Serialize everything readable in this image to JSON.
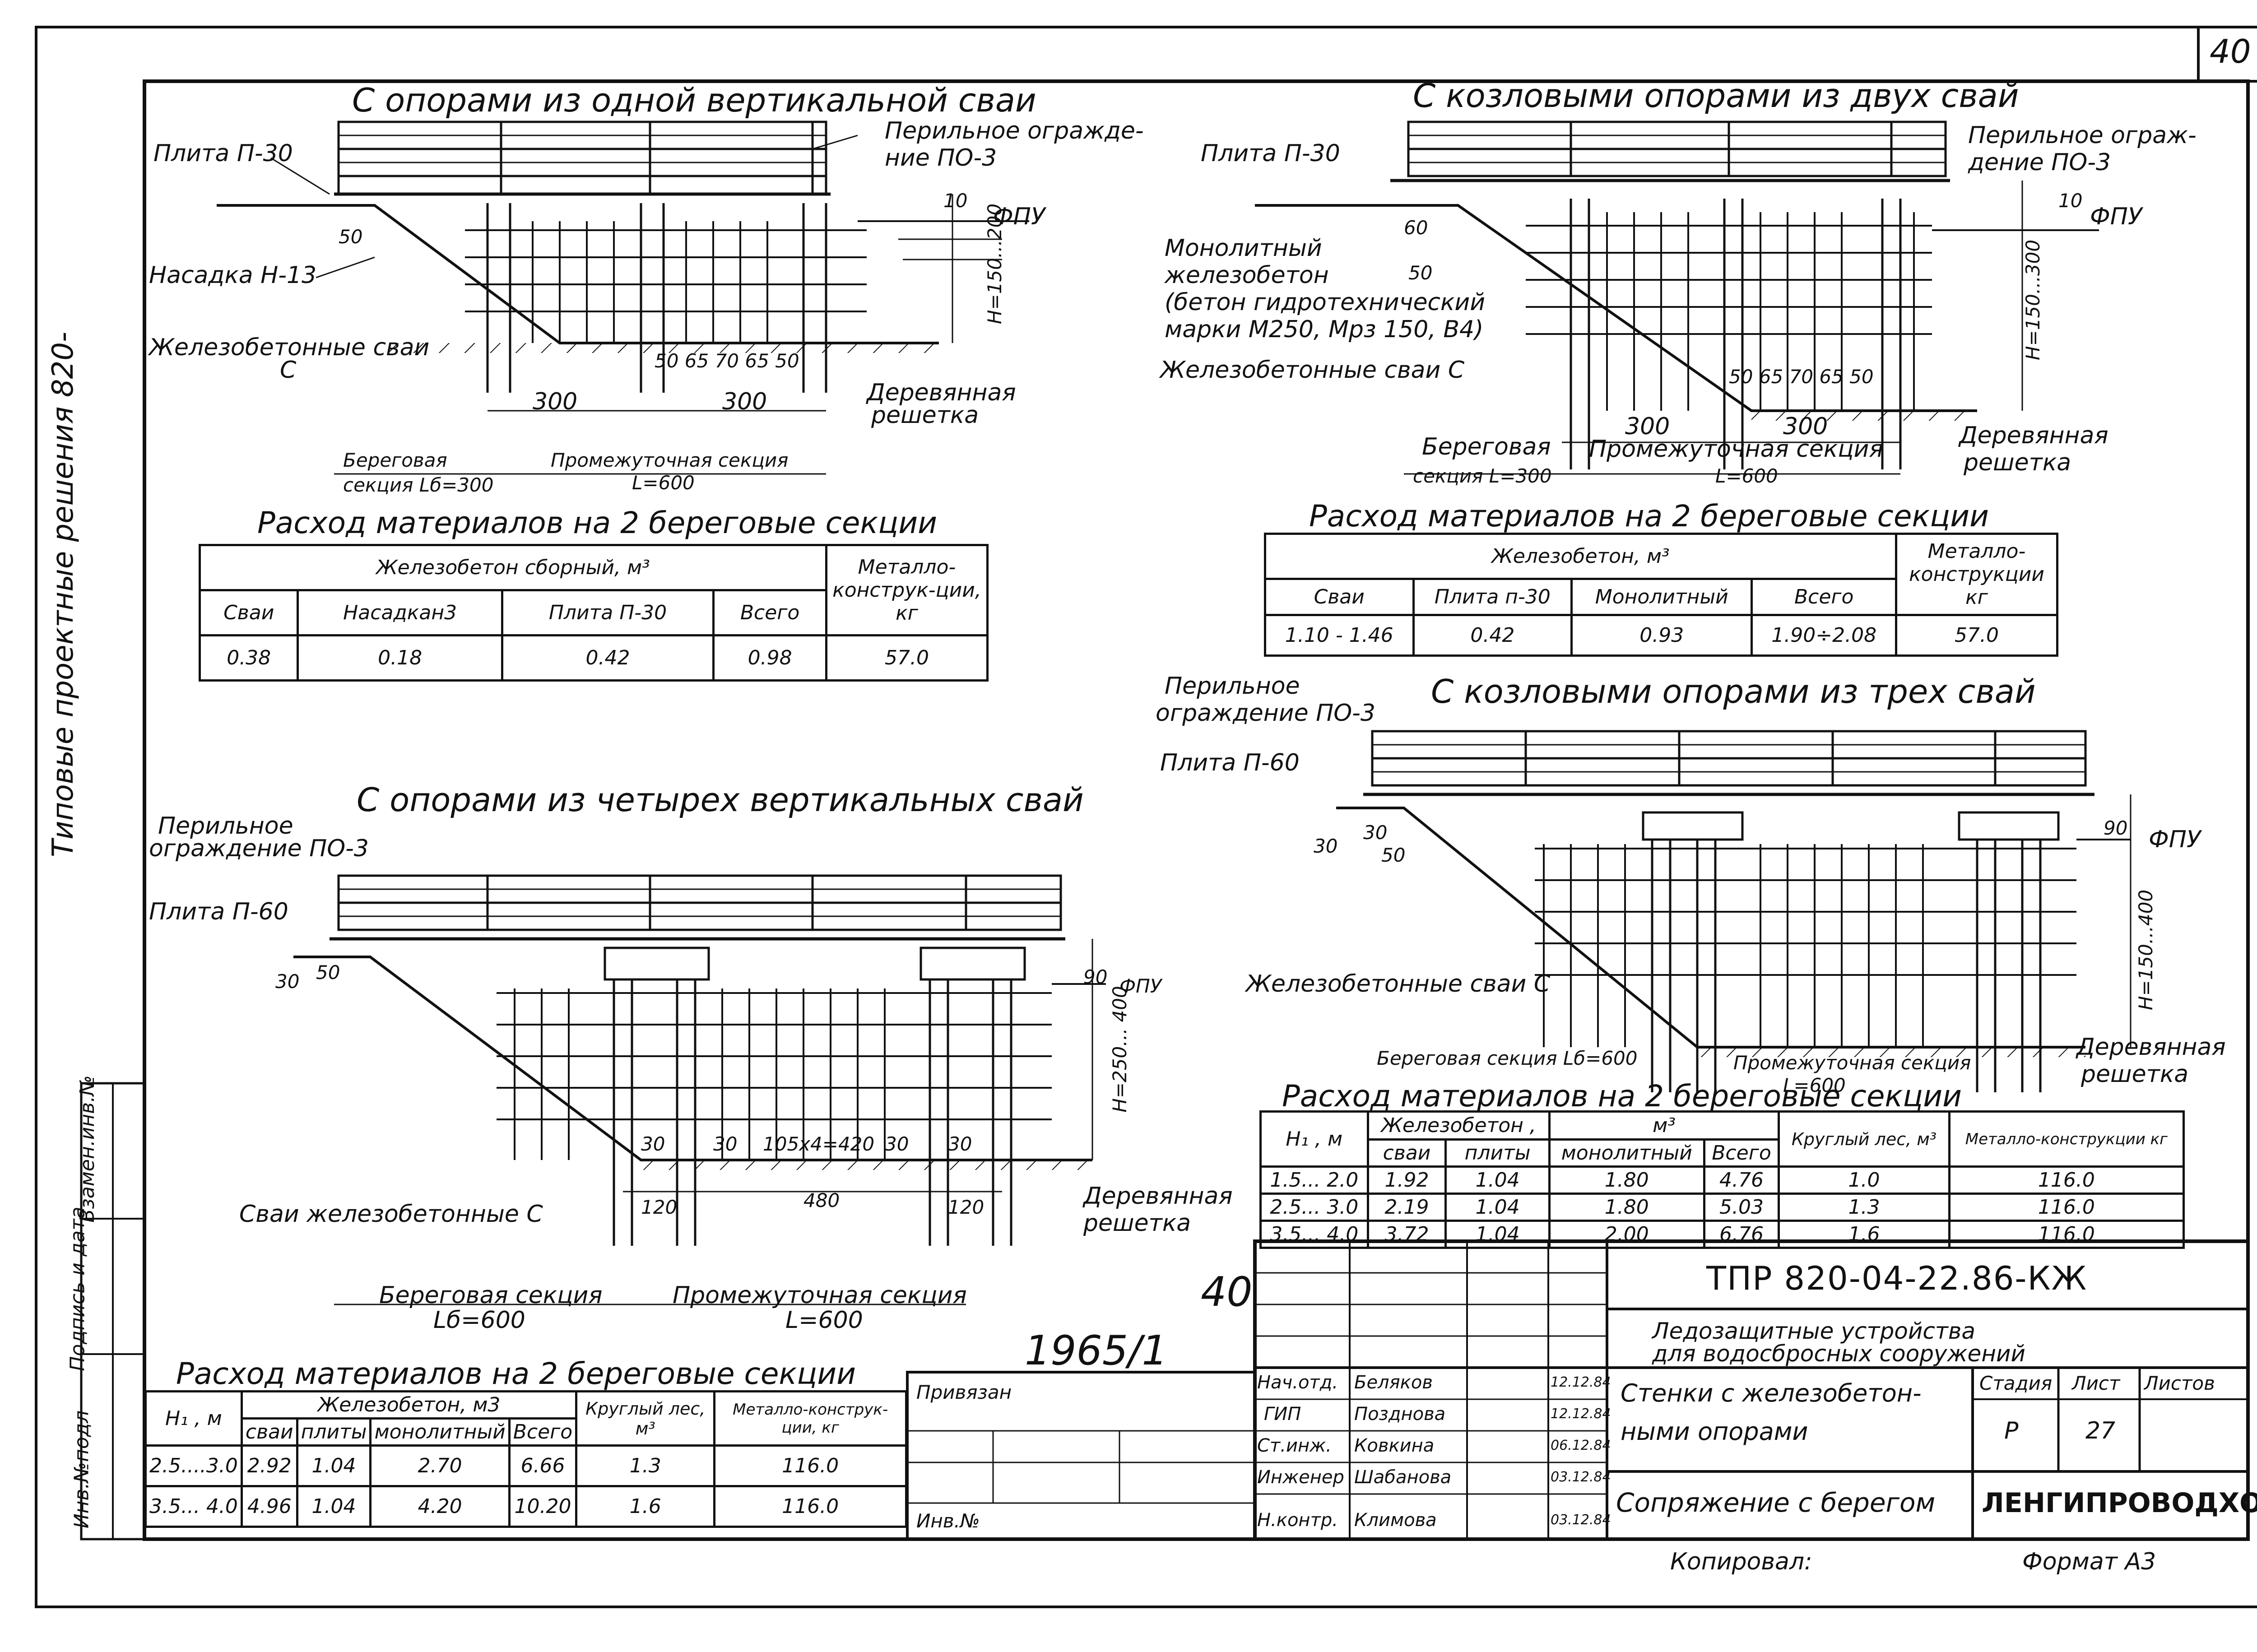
{
  "sheet_number": "40",
  "side_label": "Типовые проектные решения 820-",
  "side_stamp": [
    "Инв.№подл",
    "Подпись и дата",
    "Взамен.инв.№"
  ],
  "sec1": {
    "title": "С опорами из одной вертикальной сваи",
    "labels": [
      "Плита П-30",
      "Перильное огражде-",
      "ние ПО-3",
      "Насадка Н-13",
      "Железобетонные сваи",
      "С",
      "Деревянная",
      "решетка",
      "Береговая",
      "секция Lб=300",
      "Промежуточная секция",
      "L=600",
      "ФПУ",
      "Н=150...200",
      "300",
      "300",
      "50",
      "50 65 70 65 50",
      "10"
    ],
    "table_title": "Расход материалов на 2 береговые секции",
    "table": {
      "group_header": "Железобетон сборный, м³",
      "metal_header": "Металло-конструк-ции, кг",
      "cols": [
        "Сваи",
        "Насадкан3",
        "Плита П-30",
        "Всего"
      ],
      "row": [
        "0.38",
        "0.18",
        "0.42",
        "0.98",
        "57.0"
      ]
    }
  },
  "sec2": {
    "title": "С козловыми опорами из двух свай",
    "labels": [
      "Плита П-30",
      "Перильное ограж-",
      "дение ПО-3",
      "ФПУ",
      "Монолитный",
      "железобетон",
      "(бетон гидротехнический",
      "марки М250, Мрз 150, В4)",
      "Железобетонные сваи С",
      "Деревянная",
      "решетка",
      "Береговая",
      "секция L=300",
      "Промежуточная секция",
      "L=600",
      "300",
      "300",
      "Н=150...300",
      "60",
      "50",
      "50 65 70 65 50",
      "10"
    ],
    "table_title": "Расход материалов на 2 береговые секции",
    "table": {
      "group_header": "Железобетон, м³",
      "metal_header": "Металло-конструкции кг",
      "cols": [
        "Сваи",
        "Плита п-30",
        "Монолитный",
        "Всего"
      ],
      "row": [
        "1.10 - 1.46",
        "0.42",
        "0.93",
        "1.90÷2.08",
        "57.0"
      ]
    }
  },
  "sec3": {
    "title": "С козловыми опорами из трех свай",
    "labels": [
      "Перильное",
      "ограждение ПО-3",
      "Плита П-60",
      "ФПУ",
      "Железобетонные сваи С",
      "Береговая секция Lб=600",
      "Промежуточная секция",
      "L=600",
      "Деревянная",
      "решетка",
      "Н=150...400",
      "90",
      "30",
      "30",
      "50"
    ],
    "table_title": "Расход материалов на 2 береговые секции",
    "table": {
      "h_header": "Н₁ , м",
      "group_header": "Железобетон ,",
      "unit": "м³",
      "cols": [
        "сваи",
        "плиты",
        "монолитный",
        "Всего"
      ],
      "wood_header": "Круглый лес, м³",
      "metal_header": "Металло-конструкции кг",
      "rows": [
        [
          "1.5... 2.0",
          "1.92",
          "1.04",
          "1.80",
          "4.76",
          "1.0",
          "116.0"
        ],
        [
          "2.5... 3.0",
          "2.19",
          "1.04",
          "1.80",
          "5.03",
          "1.3",
          "116.0"
        ],
        [
          "3.5... 4.0",
          "3.72",
          "1.04",
          "2.00",
          "6.76",
          "1.6",
          "116.0"
        ]
      ]
    }
  },
  "sec4": {
    "title": "С опорами из четырех вертикальных свай",
    "labels": [
      "Перильное",
      "ограждение ПО-3",
      "Плита П-60",
      "ФПУ",
      "Сваи железобетонные С",
      "Деревянная",
      "решетка",
      "Береговая секция",
      "Lб=600",
      "Промежуточная секция",
      "L=600",
      "Н=250... 400",
      "90",
      "30",
      "50",
      "30",
      "30",
      "105х4=420",
      "30",
      "30",
      "120",
      "480",
      "120"
    ],
    "table_title": "Расход материалов на 2 береговые секции",
    "table": {
      "h_header": "Н₁ , м",
      "group_header": "Железобетон, м3",
      "cols": [
        "сваи",
        "плиты",
        "монолитный",
        "Всего"
      ],
      "wood_header": "Круглый лес, м³",
      "metal_header": "Металло-конструк-ции, кг",
      "rows": [
        [
          "2.5....3.0",
          "2.92",
          "1.04",
          "2.70",
          "6.66",
          "1.3",
          "116.0"
        ],
        [
          "3.5... 4.0",
          "4.96",
          "1.04",
          "4.20",
          "10.20",
          "1.6",
          "116.0"
        ]
      ]
    }
  },
  "handwritten": {
    "page": "40",
    "number": "1965/1"
  },
  "binding": {
    "title": "Привязан",
    "inv": "Инв.№"
  },
  "stamp": {
    "code": "ТПР 820-04-22.86-КЖ",
    "project1": "Ледозащитные устройства",
    "project2": "для водосбросных сооружений",
    "title1": "Стенки с железобетон-",
    "title2": "ными опорами",
    "title3": "Сопряжение с берегом",
    "org": "ЛЕНГИПРОВОДХОЗ",
    "stage_h": "Стадия",
    "sheet_h": "Лист",
    "sheets_h": "Листов",
    "stage": "Р",
    "sheet": "27",
    "people": [
      {
        "role": "Нач.отд.",
        "name": "Беляков",
        "date": "12.12.84"
      },
      {
        "role": "ГИП",
        "name": "Позднова",
        "date": "12.12.84"
      },
      {
        "role": "Ст.инж.",
        "name": "Ковкина",
        "date": "06.12.84"
      },
      {
        "role": "Инженер",
        "name": "Шабанова",
        "date": "03.12.84"
      },
      {
        "role": "Н.контр.",
        "name": "Климова",
        "date": "03.12.84"
      }
    ]
  },
  "footer": {
    "copied": "Копировал:",
    "format": "Формат А3"
  }
}
